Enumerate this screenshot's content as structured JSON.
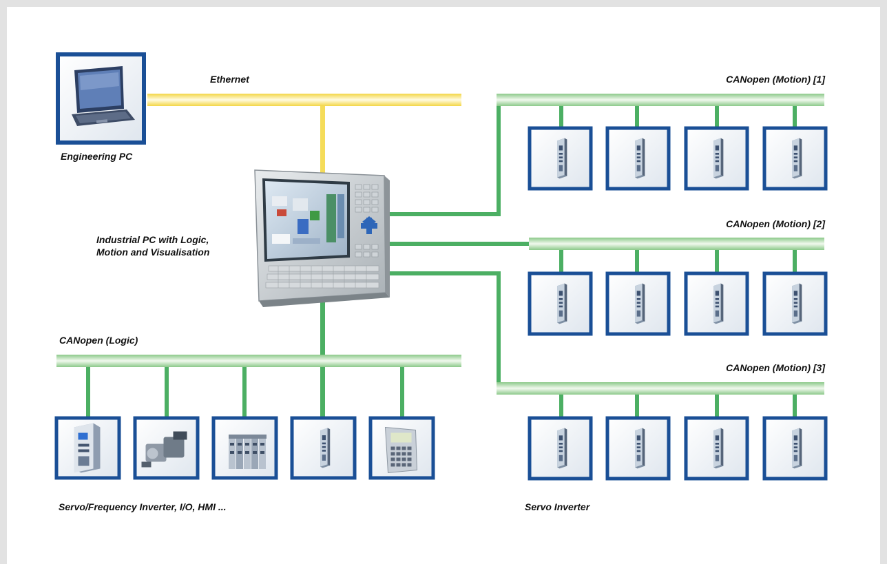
{
  "labels": {
    "ethernet": "Ethernet",
    "engineering_pc": "Engineering PC",
    "industrial_pc_line1": "Industrial PC with Logic,",
    "industrial_pc_line2": "Motion and Visualisation",
    "canopen_logic": "CANopen (Logic)",
    "canopen_motion_1": "CANopen (Motion) [1]",
    "canopen_motion_2": "CANopen (Motion) [2]",
    "canopen_motion_3": "CANopen (Motion) [3]",
    "logic_devices": "Servo/Frequency Inverter, I/O, HMI ...",
    "servo_inverter": "Servo Inverter"
  },
  "colors": {
    "ethernet": "#f5dc5a",
    "canopen": "#4caf63",
    "bus_bar": "#cfe8c6",
    "device_border": "#1a4f96",
    "frame": "#e2e2e2"
  },
  "nodes": {
    "engineering_pc": {
      "icon": "laptop-icon"
    },
    "industrial_pc": {
      "icon": "industrial-pc-icon"
    },
    "logic_devices": [
      "servo-drive-icon",
      "motor-gearbox-icon",
      "io-module-icon",
      "servo-inverter-icon",
      "hmi-panel-icon"
    ],
    "motion_1_devices": [
      "servo-inverter-icon",
      "servo-inverter-icon",
      "servo-inverter-icon",
      "servo-inverter-icon"
    ],
    "motion_2_devices": [
      "servo-inverter-icon",
      "servo-inverter-icon",
      "servo-inverter-icon",
      "servo-inverter-icon"
    ],
    "motion_3_devices": [
      "servo-inverter-icon",
      "servo-inverter-icon",
      "servo-inverter-icon",
      "servo-inverter-icon"
    ]
  }
}
